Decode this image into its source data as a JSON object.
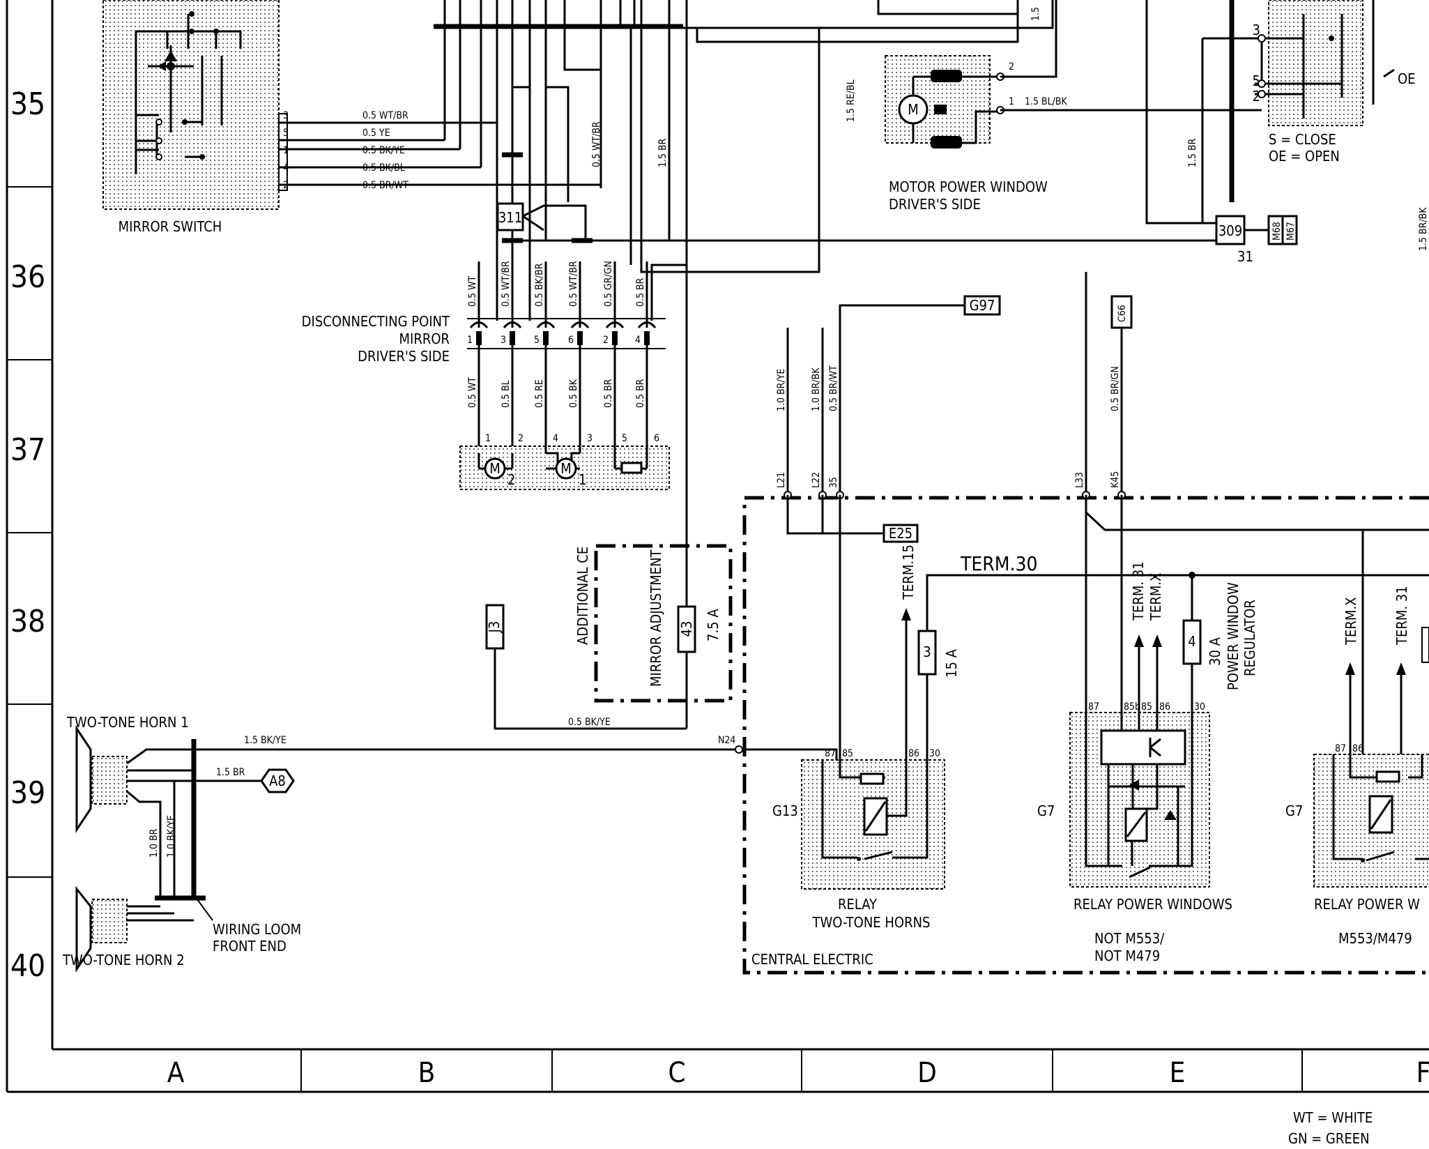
{
  "grid": {
    "rows": [
      "35",
      "36",
      "37",
      "38",
      "39",
      "40"
    ],
    "columns": [
      "A",
      "B",
      "C",
      "D",
      "E",
      "F"
    ]
  },
  "components": {
    "mirror_switch": "MIRROR SWITCH",
    "motor_window": [
      "MOTOR POWER WINDOW",
      "DRIVER'S SIDE"
    ],
    "close_open": [
      "S = CLOSE",
      "OE = OPEN"
    ],
    "oe_mark": "OE",
    "disconnect": [
      "DISCONNECTING POINT",
      "MIRROR",
      "DRIVER'S SIDE"
    ],
    "horn1": "TWO-TONE HORN 1",
    "horn2": "TWO-TONE HORN 2",
    "loom": [
      "WIRING LOOM",
      "FRONT END"
    ],
    "additional_ce": "ADDITIONAL CE",
    "mirror_adjust": "MIRROR ADJUSTMENT",
    "fuse_43": "43",
    "fuse_43_rating": "7.5 A",
    "fuse_3": "3",
    "fuse_3_rating": "15 A",
    "fuse_4": "4",
    "fuse_4_rating": "30 A",
    "fuse_4_desc": [
      "POWER WINDOW",
      "REGULATOR"
    ],
    "relay_horns": [
      "RELAY",
      "TWO-TONE HORNS"
    ],
    "relay_windows": "RELAY POWER WINDOWS",
    "relay_windows_cut": "RELAY POWER W",
    "not_m553": [
      "NOT M553/",
      "NOT M479"
    ],
    "m553": "M553/M479",
    "central_electric": "CENTRAL ELECTRIC",
    "term30": "TERM.30",
    "term15": "TERM.15",
    "term31": "TERM. 31",
    "termx": "TERM.X",
    "g13": "G13",
    "g7": "G7"
  },
  "refs": {
    "g97": "G97",
    "c66": "C66",
    "e25": "E25",
    "j3": "J3",
    "a8": "A8",
    "r311": "311",
    "r309": "309",
    "m68": "M68",
    "m67": "M67",
    "n31": "31"
  },
  "wires": {
    "sw_wt_br": "0.5 WT/BR",
    "sw_ye": "0.5 YE",
    "sw_bk_ye": "0.5 BK/YE",
    "sw_bk_bl": "0.5 BK/BL",
    "sw_br_wt": "0.5 BR/WT",
    "v_wt_br": "0.5 WT/BR",
    "v_15br": "1.5 BR",
    "v_15rebl": "1.5 RE/BL",
    "v_15": "1.5",
    "v_15bk": "1.5 BR/BK",
    "win_bl_bk": "1.5 BL/BK",
    "d_05wt": "0.5 WT",
    "d_05wtbr": "0.5 WT/BR",
    "d_05bkbr": "0.5 BK/BR",
    "d_05wtbr2": "0.5 WT/BR",
    "d_05grgn": "0.5 GR/GN",
    "d_05br": "0.5 BR",
    "m_05wt": "0.5 WT",
    "m_05bl": "0.5 BL",
    "m_05re": "0.5 RE",
    "m_05bk": "0.5 BK",
    "m_05br": "0.5 BR",
    "m_05br2": "0.5 BR",
    "d_10brye": "1.0 BR/YE",
    "d_10brbk": "1.0 BR/BK",
    "d_05brwt": "0.5 BR/WT",
    "e_05brgn": "0.5 BR/GN",
    "h_15bkye": "1.5 BK/YE",
    "h_15br": "1.5 BR",
    "h_10br": "1.0 BR",
    "h_10bkye": "1.0 BK/YE",
    "c_05bkye": "0.5 BK/YE",
    "e_15br": "1.5 BR"
  },
  "pins": {
    "sw": [
      "3",
      "5",
      "1",
      "4",
      "2"
    ],
    "win": [
      "2",
      "1"
    ],
    "close": [
      "3",
      "5",
      "2"
    ],
    "disc": [
      "1",
      "3",
      "5",
      "6",
      "2",
      "4"
    ],
    "mirr": [
      "1",
      "2",
      "4",
      "3",
      "5",
      "6"
    ],
    "motors": [
      "2",
      "1"
    ],
    "conn": [
      "L21",
      "L22",
      "35",
      "L33",
      "K45",
      "N24"
    ],
    "relay_g13": [
      "87",
      "85",
      "86",
      "30"
    ],
    "relay_g7a": [
      "87",
      "85b",
      "85",
      "86",
      "30"
    ],
    "relay_g7b": [
      "87",
      "86"
    ]
  },
  "legend": [
    "WT = WHITE",
    "GN = GREEN"
  ]
}
